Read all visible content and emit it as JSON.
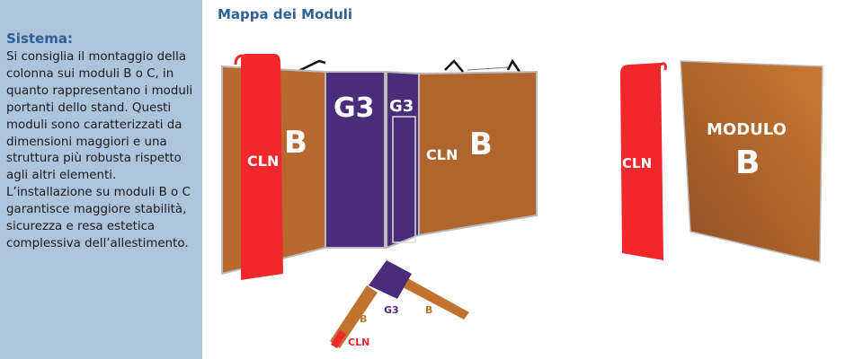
{
  "sidebar": {
    "heading": "Sistema:",
    "body": "Si consiglia il montaggio della colonna sui moduli B o C, in quanto rappresentano i moduli portanti dello stand. Questi moduli sono caratterizzati da dimensioni maggiori e una struttura più robusta rispetto agli altri elementi. L’installazione su moduli B o C garantisce maggiore stabilità, sicurezza e resa estetica complessiva dell’allestimento."
  },
  "main": {
    "title": "Mappa dei Moduli",
    "stand": {
      "cln": "CLN",
      "b_left": "B",
      "g3_large": "G3",
      "g3_small": "G3",
      "cln_right": "CLN",
      "b_right": "B"
    },
    "single": {
      "cln": "CLN",
      "modulo": "MODULO",
      "b": "B"
    },
    "plan": {
      "g3": "G3",
      "b_left": "B",
      "b_right": "B",
      "cln": "CLN"
    }
  },
  "colors": {
    "brown": "#b8692f",
    "purple": "#4a2c7a",
    "red": "#f0282c",
    "sidebar": "#adc4dc",
    "heading": "#2e5f95"
  }
}
